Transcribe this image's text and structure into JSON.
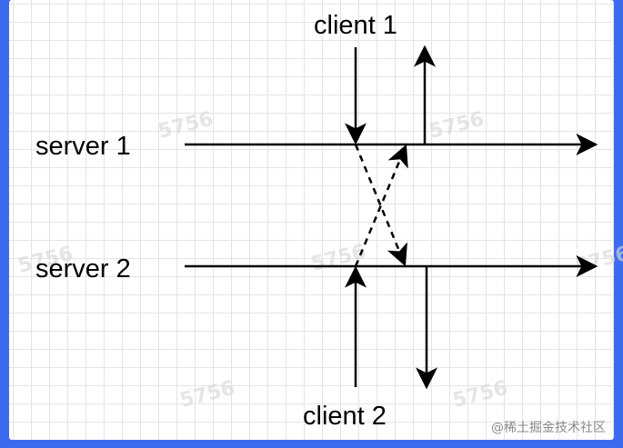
{
  "diagram": {
    "labels": {
      "client_1": "client 1",
      "client_2": "client 2",
      "server_1": "server 1",
      "server_2": "server 2"
    },
    "watermark_text": "5756",
    "corner_watermark": "@稀土掘金技术社区"
  },
  "colors": {
    "border": "#3d6bf0",
    "line": "#000000",
    "grid": "#e4e4e4",
    "background": "#ffffff"
  }
}
